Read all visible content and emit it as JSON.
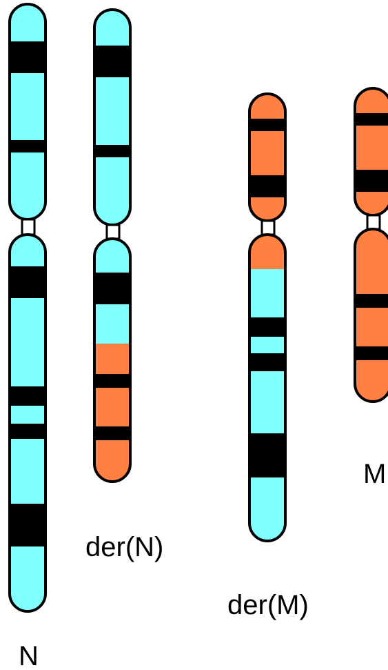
{
  "colors": {
    "normal_chromosome": "#80FFFF",
    "other_chromosome": "#FF8040",
    "dark_band": "#000000",
    "outline": "#000000",
    "centromere": "#FFFFFF",
    "background": "#FFFFFF"
  },
  "labels": {
    "N": "N",
    "derN": "der(N)",
    "derM": "der(M)",
    "M": "M"
  }
}
